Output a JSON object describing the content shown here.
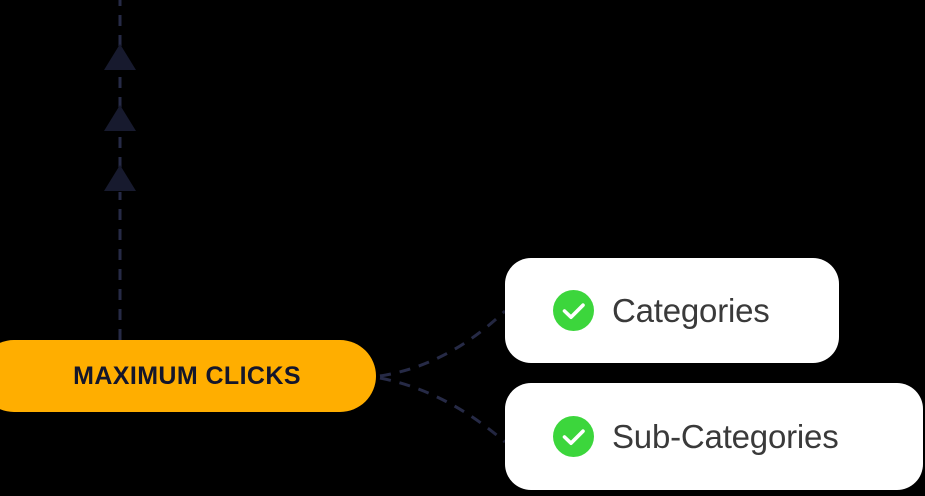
{
  "diagram": {
    "background_color": "#000000",
    "primary_node": {
      "label": "MAXIMUM CLICKS",
      "fill_color": "#FFAE00",
      "text_color": "#14162B"
    },
    "cards": [
      {
        "label": "Categories",
        "icon": "check-circle-icon",
        "icon_color": "#3CD63C",
        "card_color": "#FFFFFF",
        "text_color": "#3A3A3A"
      },
      {
        "label": "Sub-Categories",
        "icon": "check-circle-icon",
        "icon_color": "#3CD63C",
        "card_color": "#FFFFFF",
        "text_color": "#3A3A3A"
      }
    ],
    "connectors": {
      "line_color": "#1C1F38",
      "style": "dashed",
      "arrow_color": "#171A2E",
      "arrow_count": 3,
      "arrow_direction": "up"
    }
  }
}
